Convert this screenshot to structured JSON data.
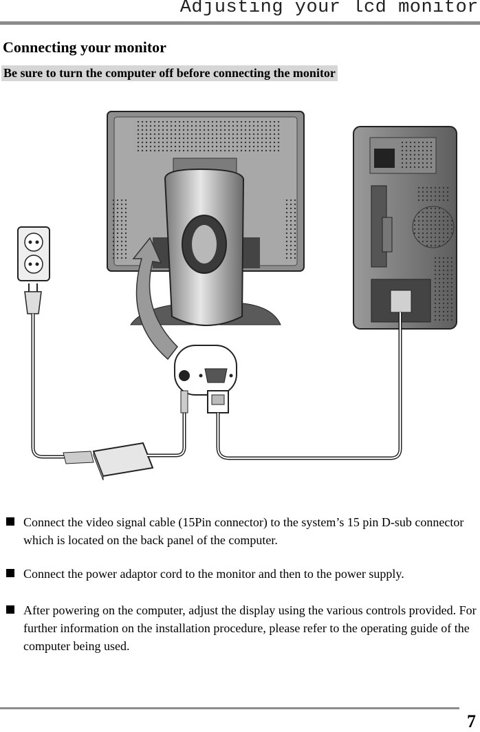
{
  "header": {
    "title": "Adjusting your lcd monitor"
  },
  "section": {
    "title": "Connecting your monitor",
    "warning": "Be sure to turn the computer off before connecting the monitor"
  },
  "illustration": {
    "items": [
      "monitor-rear",
      "computer-tower",
      "wall-outlet",
      "power-adapter",
      "power-plug",
      "vga-cable",
      "connector-panel",
      "rotation-arrow"
    ]
  },
  "instructions": [
    "Connect the video signal cable (15Pin connector) to the system’s 15 pin D-sub connector which is located on the back panel of the computer.",
    "Connect the power adaptor cord to the monitor and then to the power supply.",
    "After powering on the computer, adjust the display using the various controls provided. For further information on the installation procedure, please refer to the operating guide of the computer being used."
  ],
  "footer": {
    "page_number": "7"
  }
}
